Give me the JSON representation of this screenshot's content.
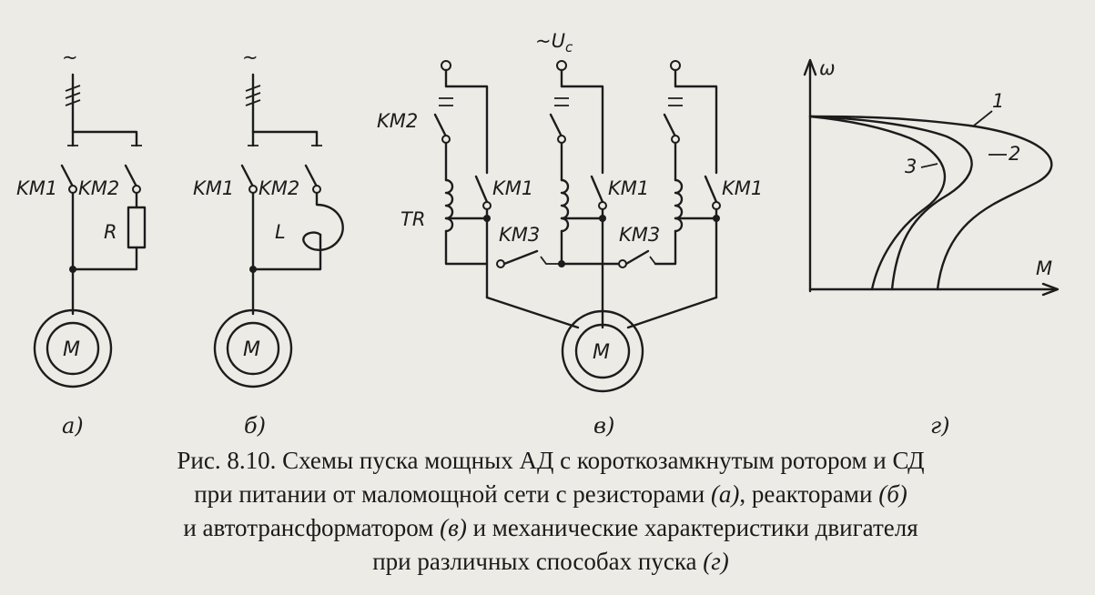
{
  "diagram": {
    "supply_symbol": "~",
    "supply_label_c": "~U",
    "supply_label_c_sub": "c",
    "labels": {
      "km1": "KM1",
      "km2": "KM2",
      "km3": "KM3",
      "resistor": "R",
      "reactor": "L",
      "autotransformer": "TR",
      "motor": "M"
    },
    "sublabels": [
      "а)",
      "б)",
      "в)",
      "г)"
    ],
    "graph": {
      "y_axis": "ω",
      "x_axis": "M",
      "curves": [
        "1",
        "2",
        "3"
      ]
    }
  },
  "caption": {
    "line1": "Рис. 8.10. Схемы пуска мощных АД с короткозамкнутым ротором и СД",
    "line2_a": "при питании от маломощной сети с резисторами ",
    "line2_b": "(а)",
    "line2_c": ", реакторами ",
    "line2_d": "(б)",
    "line3_a": "и автотрансформатором ",
    "line3_b": "(в)",
    "line3_c": " и механические характеристики двигателя",
    "line4_a": "при различных способах пуска ",
    "line4_b": "(г)"
  }
}
